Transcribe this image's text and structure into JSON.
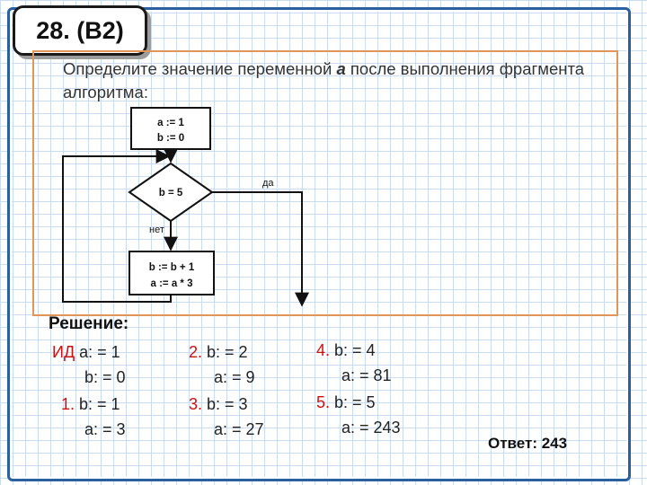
{
  "title": "28. (В2)",
  "question": {
    "part1": "Определите значение переменной ",
    "variable": "a",
    "part2": " после выполнения фрагмента алгоритма:"
  },
  "flowchart": {
    "init_line1": "a := 1",
    "init_line2": "b := 0",
    "condition": "b = 5",
    "yes_label": "да",
    "no_label": "нет",
    "body_line1": "b := b + 1",
    "body_line2": "a := a * 3"
  },
  "solution": {
    "heading": "Решение:",
    "steps": [
      {
        "label": "ИД",
        "b": "b: = 0",
        "a": "a: = 1"
      },
      {
        "label": "1.",
        "b": "b: = 1",
        "a": "a: = 3"
      },
      {
        "label": "2.",
        "b": "b: = 2",
        "a": "a: = 9"
      },
      {
        "label": "3.",
        "b": "b: = 3",
        "a": "a: = 27"
      },
      {
        "label": "4.",
        "b": "b: = 4",
        "a": "a: = 81"
      },
      {
        "label": "5.",
        "b": "b: = 5",
        "a": "a: = 243"
      }
    ],
    "answer": "Ответ: 243"
  },
  "colors": {
    "frame": "#2a5fa0",
    "task_border": "#e0955a",
    "step_label": "#cc1111"
  }
}
